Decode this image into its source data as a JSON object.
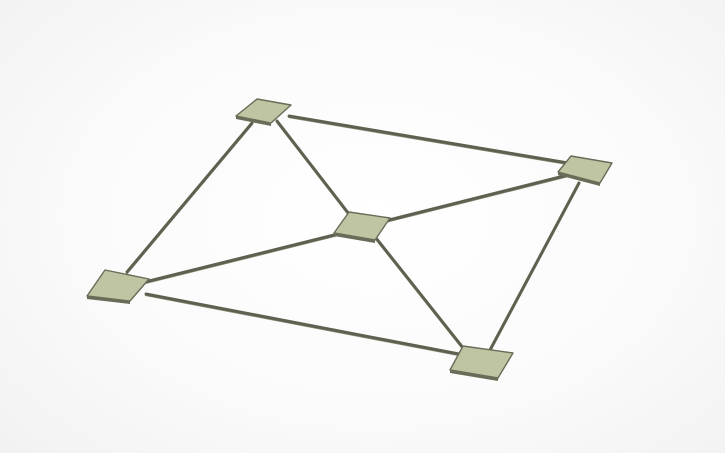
{
  "scene": {
    "model": "3d-frame",
    "colors": {
      "background": "#ffffff",
      "pad_fill": "#bfc4a3",
      "pad_top_highlight": "#c9cdb0",
      "pad_edge": "#6a6c58",
      "rod": "#5f6150",
      "rod_shadow": "#8a8c78"
    },
    "pads": [
      {
        "name": "pad-top-left"
      },
      {
        "name": "pad-top-right"
      },
      {
        "name": "pad-center"
      },
      {
        "name": "pad-bottom-left"
      },
      {
        "name": "pad-bottom-right"
      }
    ],
    "rods": [
      {
        "name": "rod-top-edge"
      },
      {
        "name": "rod-right-edge"
      },
      {
        "name": "rod-bottom-edge"
      },
      {
        "name": "rod-left-edge"
      },
      {
        "name": "rod-diagonal-top-left"
      },
      {
        "name": "rod-diagonal-top-right"
      },
      {
        "name": "rod-diagonal-bottom-left"
      },
      {
        "name": "rod-diagonal-bottom-right"
      }
    ]
  }
}
